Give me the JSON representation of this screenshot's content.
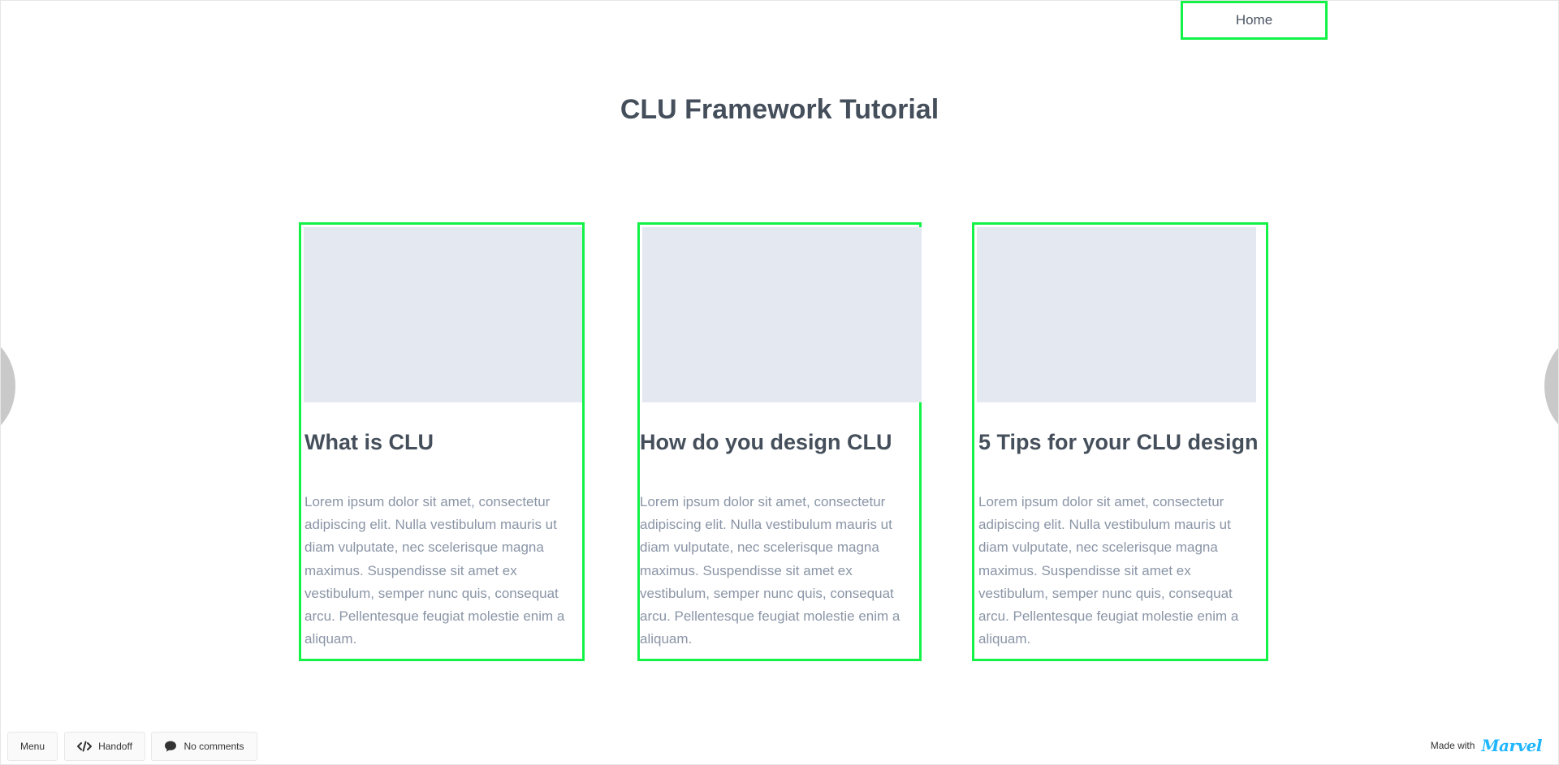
{
  "nav": {
    "home_label": "Home"
  },
  "page": {
    "title": "CLU Framework Tutorial"
  },
  "cards": [
    {
      "title": "What is CLU",
      "body": "Lorem ipsum dolor sit amet, consectetur adipiscing elit. Nulla vestibulum mauris ut diam vulputate, nec scelerisque magna maximus. Suspendisse sit amet ex vestibulum, semper nunc quis, consequat arcu. Pellentesque feugiat molestie enim a aliquam."
    },
    {
      "title": "How do you design CLU",
      "body": "Lorem ipsum dolor sit amet, consectetur adipiscing elit. Nulla vestibulum mauris ut diam vulputate, nec scelerisque magna maximus. Suspendisse sit amet ex vestibulum, semper nunc quis, consequat arcu. Pellentesque feugiat molestie enim a aliquam."
    },
    {
      "title": "5 Tips for your CLU design",
      "body": "Lorem ipsum dolor sit amet, consectetur adipiscing elit. Nulla vestibulum mauris ut diam vulputate, nec scelerisque magna maximus. Suspendisse sit amet ex vestibulum, semper nunc quis, consequat arcu. Pellentesque feugiat molestie enim a aliquam."
    }
  ],
  "toolbar": {
    "menu_label": "Menu",
    "handoff_label": "Handoff",
    "comments_label": "No comments"
  },
  "footer": {
    "made_with": "Made with",
    "brand": "Marvel"
  },
  "colors": {
    "hotspot": "#13f246",
    "thumb": "#e4e8f0",
    "title": "#454f5b",
    "body": "#8a95a6"
  },
  "icons": [
    "code-icon",
    "comment-icon",
    "marvel-logo"
  ]
}
